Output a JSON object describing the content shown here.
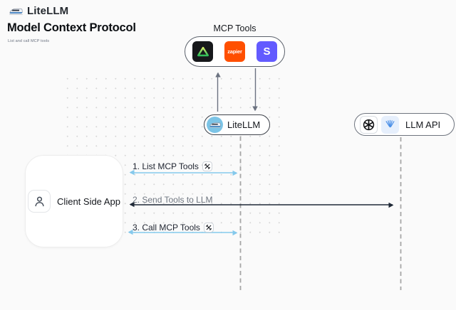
{
  "header": {
    "brand": "LiteLLM",
    "title": "Model Context Protocol",
    "subtitle": "List and call MCP tools"
  },
  "mcp_tools": {
    "label": "MCP Tools",
    "tools": [
      {
        "name": "triangle-tool",
        "icon": "green-triangle-icon"
      },
      {
        "name": "zapier-tool",
        "wordmark": "zapier",
        "color": "#ff4f00"
      },
      {
        "name": "stripe-tool",
        "letter": "S",
        "color": "#635bff"
      }
    ]
  },
  "nodes": {
    "litellm": {
      "label": "LiteLLM",
      "icon": "litellm-train-icon"
    },
    "llm_api": {
      "label": "LLM API",
      "icons": [
        "openai-icon",
        "llm-provider-icon"
      ]
    },
    "client": {
      "label": "Client Side App",
      "icon": "user-icon"
    }
  },
  "sequence_steps": [
    {
      "label": "1. List MCP Tools",
      "tools_badge": "crossed-tools-icon",
      "arrow": "double",
      "arrow_color": "#85c9ec"
    },
    {
      "label": "2. Send Tools to LLM",
      "arrow": "double",
      "arrow_color": "#1f2937"
    },
    {
      "label": "3. Call MCP Tools",
      "tools_badge": "crossed-tools-icon",
      "arrow": "double",
      "arrow_color": "#85c9ec"
    }
  ],
  "colors": {
    "canvas_bg": "#fafafa",
    "blue_arrow": "#85c9ec",
    "dark_arrow": "#1f2937",
    "gray_arrow": "#6b7280",
    "dashed_lifeline": "#a6a6a6",
    "zapier_orange": "#ff4f00",
    "stripe_purple": "#635bff",
    "triangle_green": "#2ebd59",
    "litellm_icon_blue": "#7cc4e6"
  }
}
